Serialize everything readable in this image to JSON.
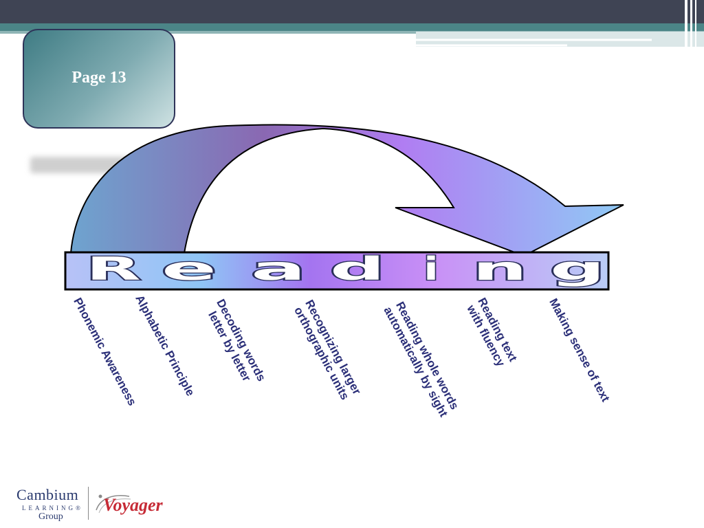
{
  "page_label": "Page 13",
  "diagram": {
    "word_letters": [
      "R",
      "e",
      "a",
      "d",
      "i",
      "n",
      "g"
    ],
    "steps": [
      "Phonemic Awareness",
      "Alphabetic Principle",
      [
        "Decoding words",
        "letter by letter"
      ],
      [
        "Recognizing larger",
        "orthographic units"
      ],
      [
        "Reading whole words",
        "automatically by sight"
      ],
      [
        "Reading text",
        "with fluency"
      ],
      "Making sense of text"
    ]
  },
  "logo": {
    "cambium": "Cambium",
    "learning": "LEARNING®",
    "group": "Group",
    "voyager": "Voyager"
  },
  "colors": {
    "top_bar": "#3f4454",
    "accent_teal": "#4b8587",
    "label_text": "#2b2f78",
    "voyager_red": "#c62b36"
  }
}
